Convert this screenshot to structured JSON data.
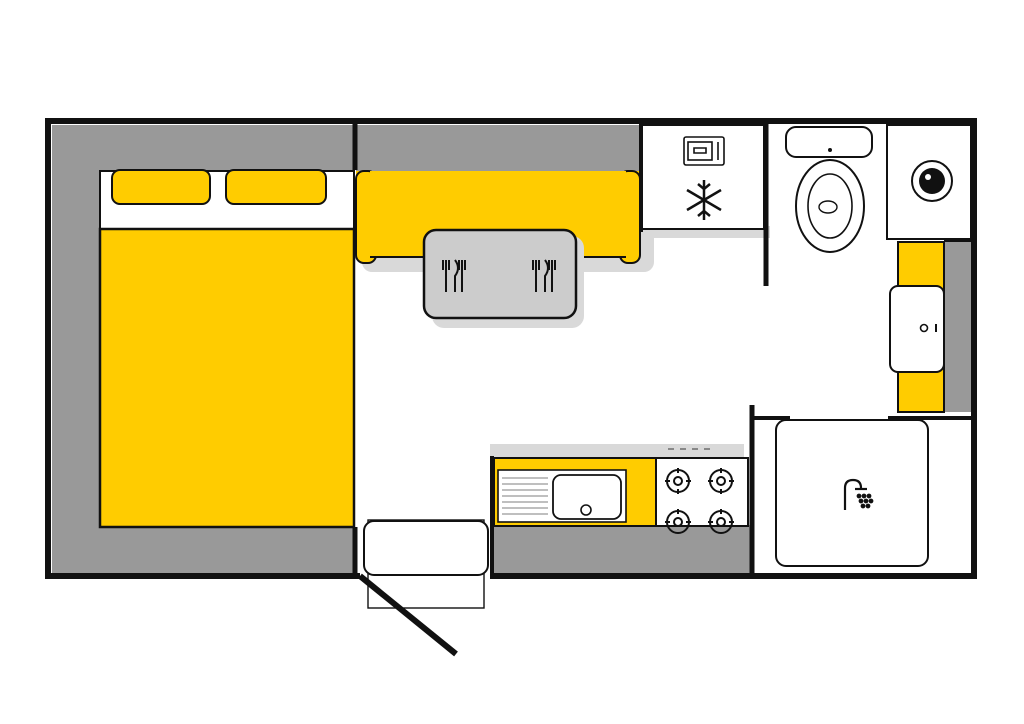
{
  "colors": {
    "wall": "#000000",
    "cabinet": "#999999",
    "cushion": "#ffcc00",
    "floor": "#ffffff",
    "table": "#cccccc",
    "shadow": "#d9d9d9",
    "line": "#111111"
  },
  "rooms": [
    {
      "name": "bedroom",
      "furniture": [
        "bed",
        "pillow",
        "pillow"
      ]
    },
    {
      "name": "dinette",
      "furniture": [
        "bench",
        "table"
      ]
    },
    {
      "name": "kitchen",
      "furniture": [
        "counter",
        "sink",
        "stove"
      ]
    },
    {
      "name": "appliance-nook",
      "furniture": [
        "microwave",
        "fridge"
      ]
    },
    {
      "name": "bathroom",
      "furniture": [
        "toilet",
        "washing-machine",
        "washbasin",
        "shower"
      ]
    },
    {
      "name": "entrance",
      "furniture": [
        "door",
        "step"
      ]
    }
  ],
  "icons": [
    "cutlery-icon",
    "cutlery-icon",
    "microwave-icon",
    "snowflake-icon",
    "shower-icon",
    "burner-icon",
    "drum-icon"
  ],
  "stove": {
    "burner_count": 4
  },
  "table": {
    "place_settings": 2
  }
}
